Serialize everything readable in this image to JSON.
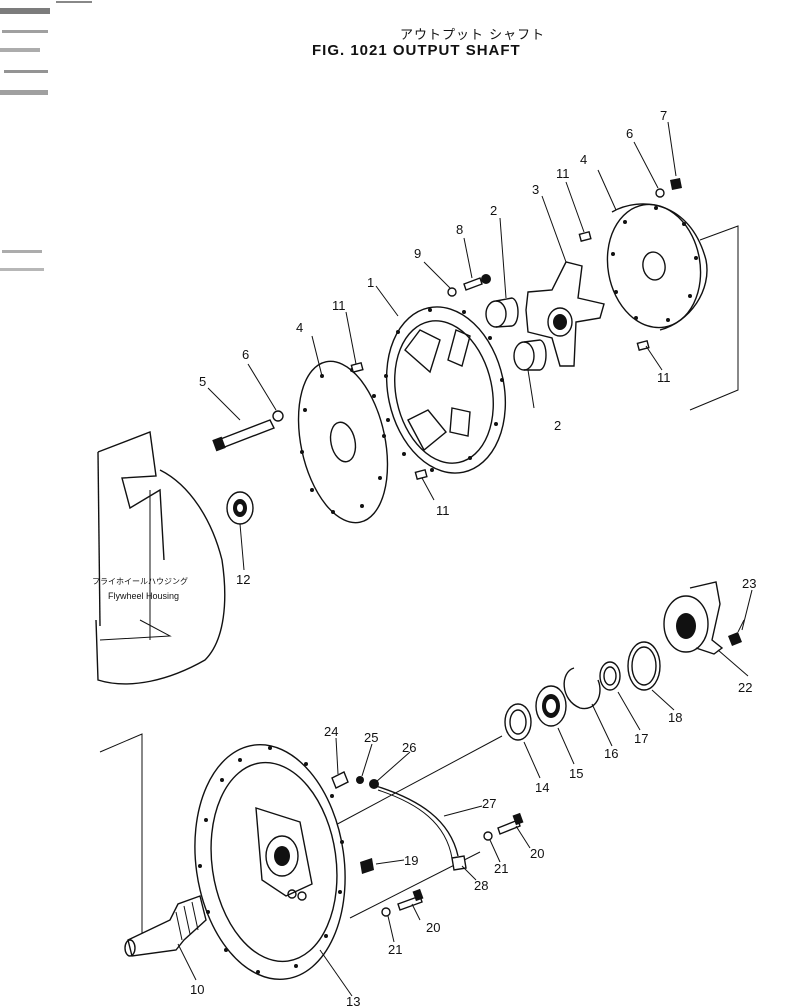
{
  "title": {
    "japanese": "アウトプット シャフト",
    "english": "FIG. 1021  OUTPUT SHAFT"
  },
  "housing_label": {
    "japanese": "フライホイールハウジング",
    "english": "Flywheel Housing"
  },
  "callouts": [
    {
      "id": "c1",
      "text": "1"
    },
    {
      "id": "c2a",
      "text": "2"
    },
    {
      "id": "c2b",
      "text": "2"
    },
    {
      "id": "c3",
      "text": "3"
    },
    {
      "id": "c4a",
      "text": "4"
    },
    {
      "id": "c4b",
      "text": "4"
    },
    {
      "id": "c5",
      "text": "5"
    },
    {
      "id": "c6a",
      "text": "6"
    },
    {
      "id": "c6b",
      "text": "6"
    },
    {
      "id": "c7",
      "text": "7"
    },
    {
      "id": "c8",
      "text": "8"
    },
    {
      "id": "c9",
      "text": "9"
    },
    {
      "id": "c10",
      "text": "10"
    },
    {
      "id": "c11a",
      "text": "11"
    },
    {
      "id": "c11b",
      "text": "11"
    },
    {
      "id": "c11c",
      "text": "11"
    },
    {
      "id": "c11d",
      "text": "11"
    },
    {
      "id": "c12",
      "text": "12"
    },
    {
      "id": "c13",
      "text": "13"
    },
    {
      "id": "c14",
      "text": "14"
    },
    {
      "id": "c15",
      "text": "15"
    },
    {
      "id": "c16",
      "text": "16"
    },
    {
      "id": "c17",
      "text": "17"
    },
    {
      "id": "c18",
      "text": "18"
    },
    {
      "id": "c19",
      "text": "19"
    },
    {
      "id": "c20a",
      "text": "20"
    },
    {
      "id": "c20b",
      "text": "20"
    },
    {
      "id": "c21a",
      "text": "21"
    },
    {
      "id": "c21b",
      "text": "21"
    },
    {
      "id": "c22",
      "text": "22"
    },
    {
      "id": "c23",
      "text": "23"
    },
    {
      "id": "c24",
      "text": "24"
    },
    {
      "id": "c25",
      "text": "25"
    },
    {
      "id": "c26",
      "text": "26"
    },
    {
      "id": "c27",
      "text": "27"
    },
    {
      "id": "c28",
      "text": "28"
    }
  ]
}
